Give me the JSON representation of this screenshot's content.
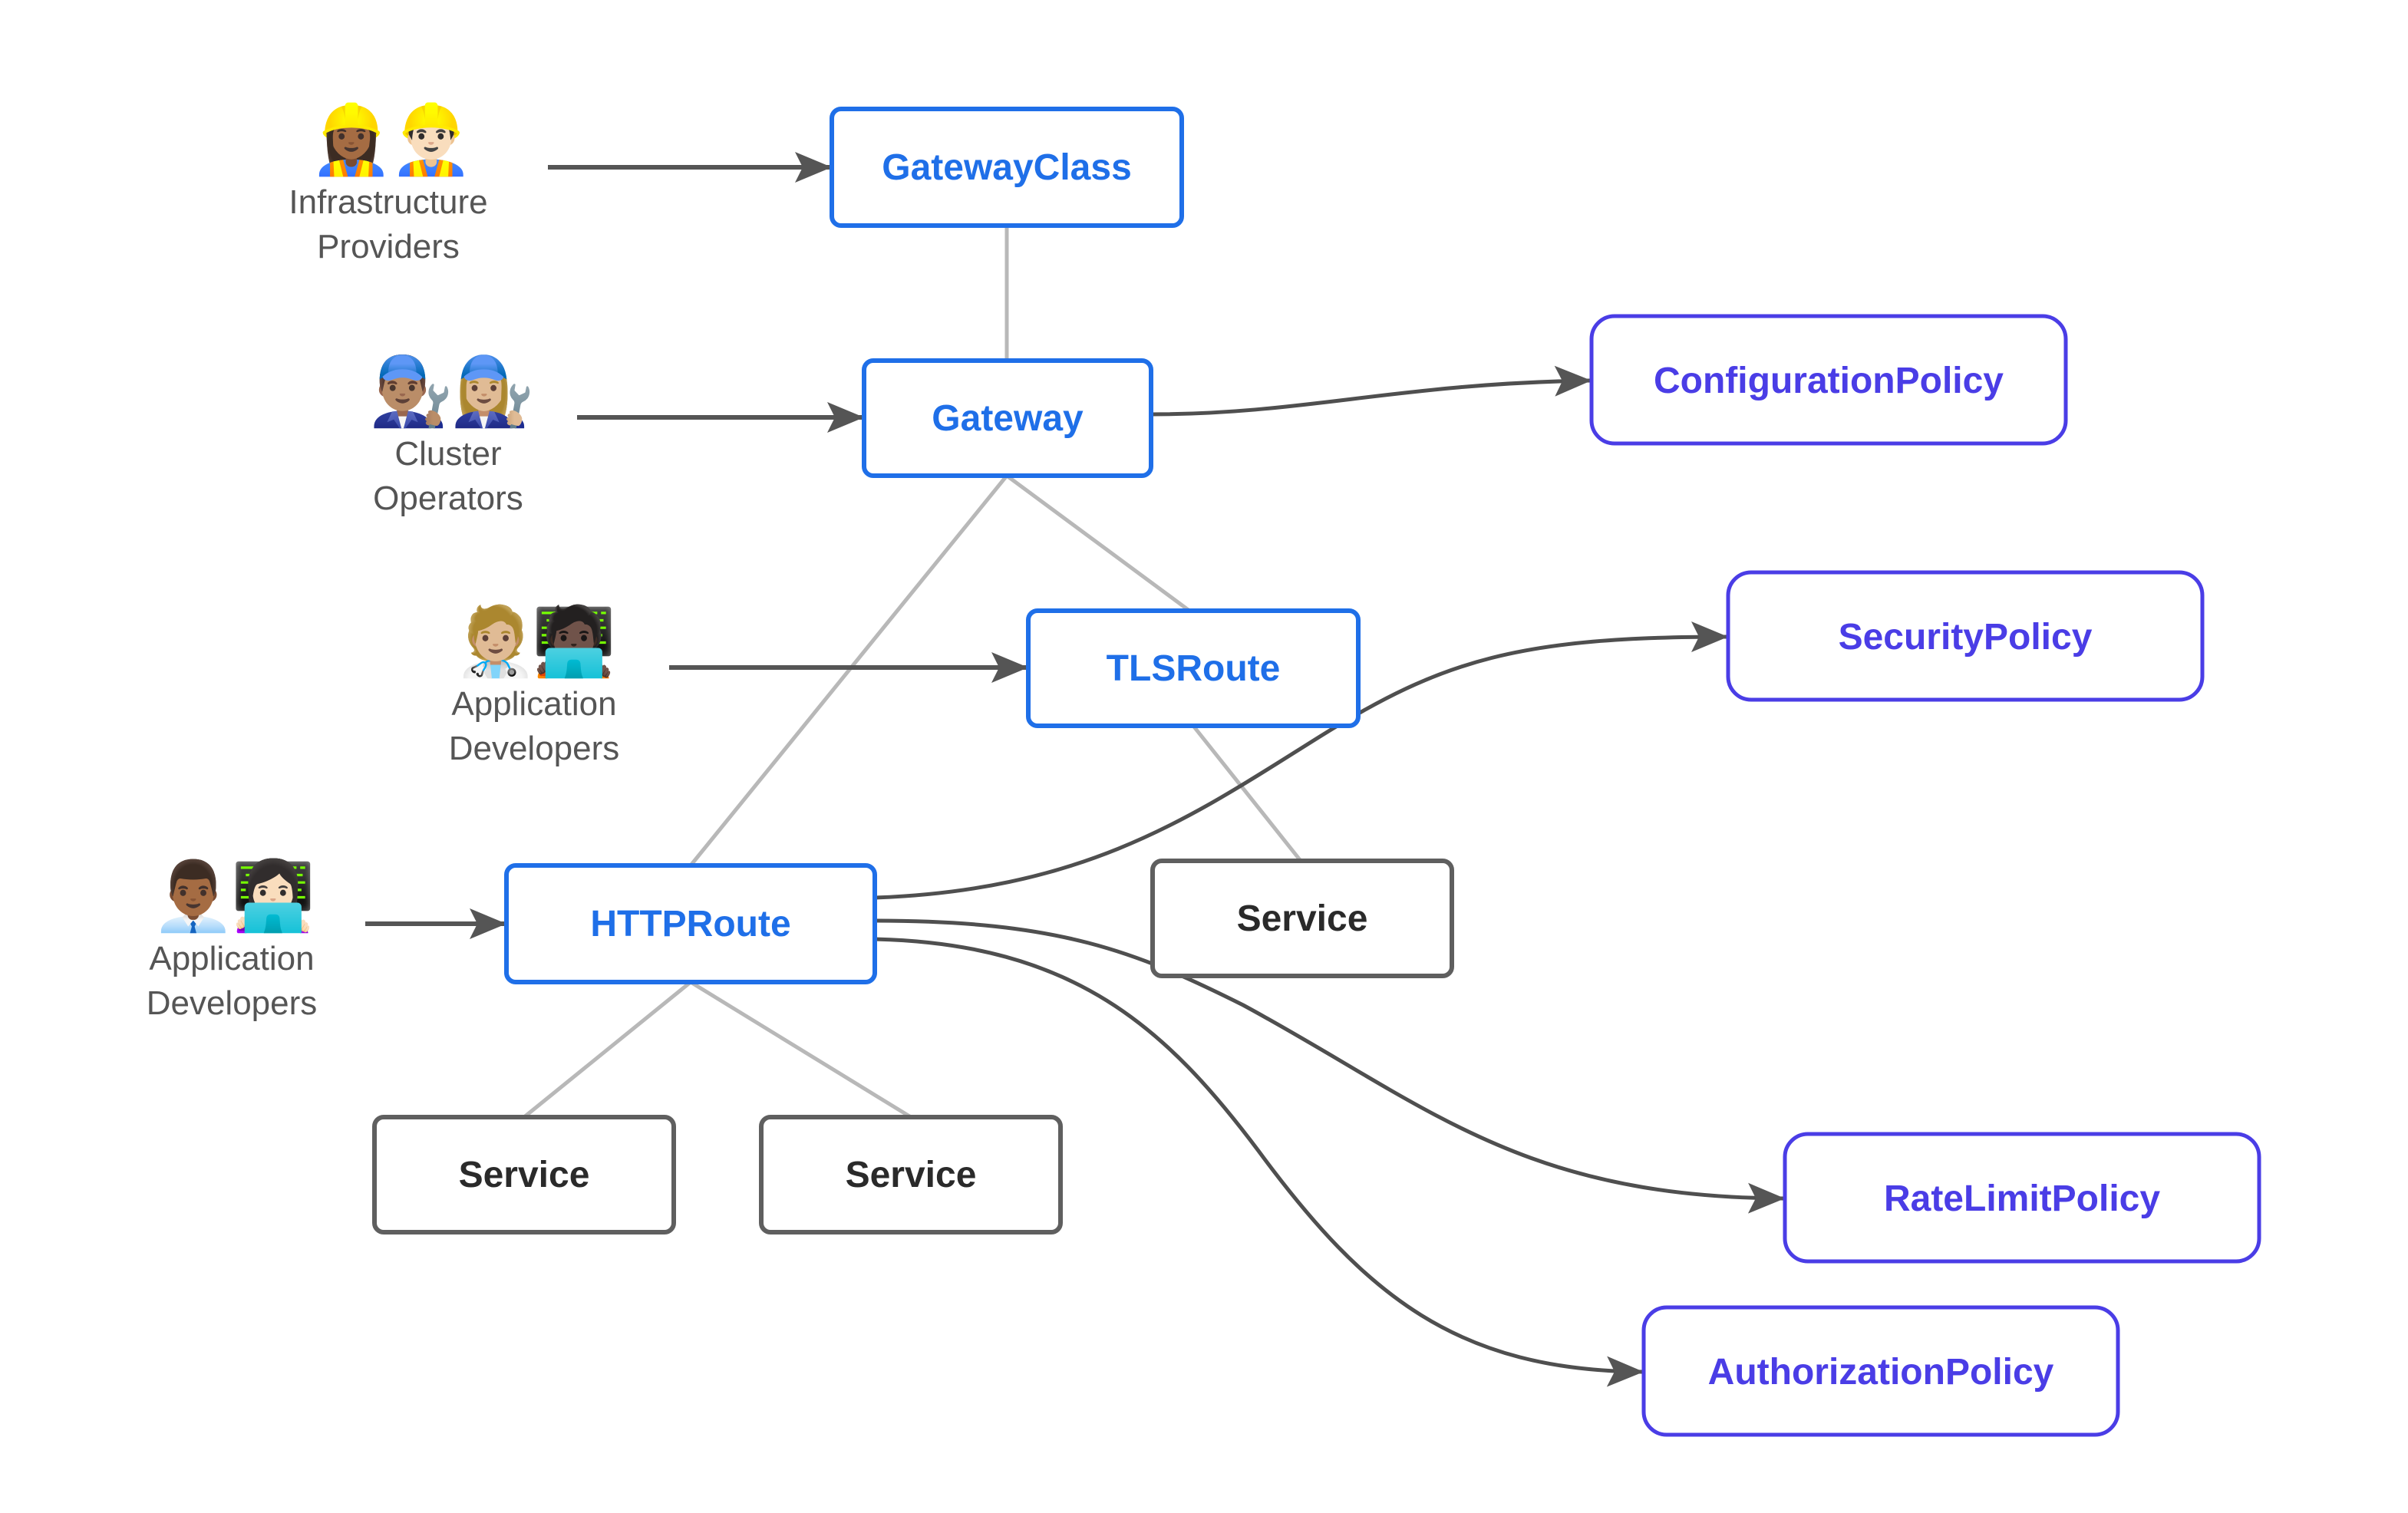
{
  "colors": {
    "gateway_api_blue": "#1f6fe8",
    "policy_purple": "#4a3de6",
    "service_gray": "#5f5f5f",
    "service_text": "#2a2a2a",
    "hierarchy_line": "#b8b8b8",
    "arrow": "#555555",
    "actor_label": "#555555"
  },
  "nodes": {
    "gatewayclass": {
      "label": "GatewayClass",
      "kind": "gateway-api"
    },
    "gateway": {
      "label": "Gateway",
      "kind": "gateway-api"
    },
    "tlsroute": {
      "label": "TLSRoute",
      "kind": "gateway-api"
    },
    "httproute": {
      "label": "HTTPRoute",
      "kind": "gateway-api"
    },
    "service_tls": {
      "label": "Service",
      "kind": "service"
    },
    "service_http_1": {
      "label": "Service",
      "kind": "service"
    },
    "service_http_2": {
      "label": "Service",
      "kind": "service"
    },
    "configuration_policy": {
      "label": "ConfigurationPolicy",
      "kind": "policy"
    },
    "security_policy": {
      "label": "SecurityPolicy",
      "kind": "policy"
    },
    "ratelimit_policy": {
      "label": "RateLimitPolicy",
      "kind": "policy"
    },
    "authorization_policy": {
      "label": "AuthorizationPolicy",
      "kind": "policy"
    }
  },
  "actors": [
    {
      "id": "infra",
      "line1": "Infrastructure",
      "line2": "Providers",
      "emoji": [
        "👷🏾‍♀️",
        "👷🏻‍♂️"
      ],
      "target": "gatewayclass"
    },
    {
      "id": "cluster",
      "line1": "Cluster",
      "line2": "Operators",
      "emoji": [
        "👨🏽‍🔧",
        "👩🏼‍🔧"
      ],
      "target": "gateway"
    },
    {
      "id": "appdev_tls",
      "line1": "Application",
      "line2": "Developers",
      "emoji": [
        "🧑🏼‍⚕️",
        "🧑🏿‍💻"
      ],
      "target": "tlsroute"
    },
    {
      "id": "appdev_http",
      "line1": "Application",
      "line2": "Developers",
      "emoji": [
        "👨🏾‍💼",
        "👩🏻‍💻"
      ],
      "target": "httproute"
    }
  ],
  "edges": {
    "hierarchy": [
      [
        "gatewayclass",
        "gateway"
      ],
      [
        "gateway",
        "tlsroute"
      ],
      [
        "gateway",
        "httproute"
      ],
      [
        "tlsroute",
        "service_tls"
      ],
      [
        "httproute",
        "service_http_1"
      ],
      [
        "httproute",
        "service_http_2"
      ]
    ],
    "policy_attachments": [
      [
        "gateway",
        "configuration_policy"
      ],
      [
        "httproute",
        "security_policy"
      ],
      [
        "httproute",
        "ratelimit_policy"
      ],
      [
        "httproute",
        "authorization_policy"
      ]
    ]
  }
}
